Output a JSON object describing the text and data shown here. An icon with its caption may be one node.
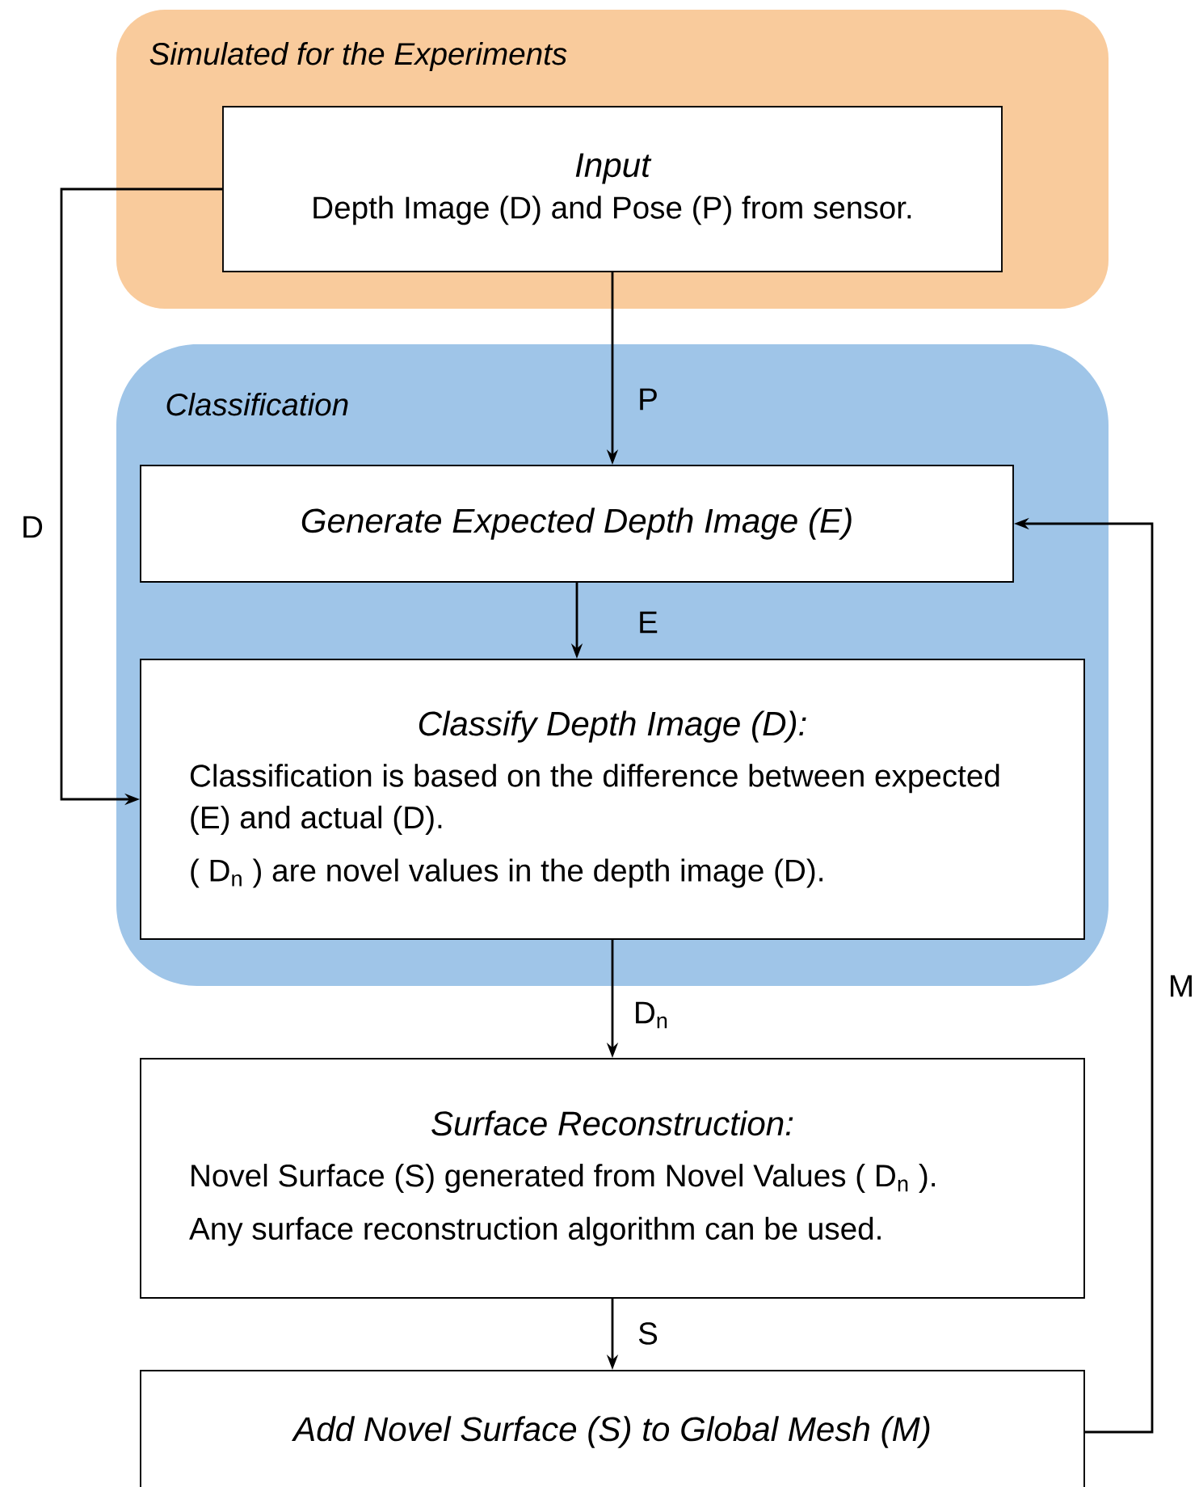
{
  "diagram": {
    "nodes": [
      {
        "text": [
          "Simulated for the Experiments"
        ]
      },
      {
        "text": [
          "Input",
          "Depth Image (D) and Pose (P) from sensor."
        ],
        "in": 0
      },
      {
        "text": [
          "Classification"
        ]
      },
      {
        "text": [
          "Generate Expected Depth Image (E)"
        ],
        "in": 2
      },
      {
        "text": [
          "Classify Depth Image (D):",
          "Classification is based on the difference between expected (E) and actual (D).",
          "( D$_{n}$ ) are novel values in the depth image (D)."
        ],
        "in": 2
      },
      {
        "text": [
          "Surface Reconstruction:",
          "Novel Surface (S) generated from Novel Values ( D$_{n}$ ).",
          "Any surface reconstruction algorithm can be used."
        ]
      },
      {
        "text": [
          "Add Novel Surface (S) to Global Mesh (M)"
        ]
      }
    ],
    "edges": [
      {
        "from": 1,
        "to": 3,
        "arrow": "to",
        "label": "P"
      },
      {
        "from": 1,
        "to": 4,
        "arrow": "to",
        "label": "D"
      },
      {
        "from": 3,
        "to": 4,
        "arrow": "to",
        "label": "E"
      },
      {
        "from": 4,
        "to": 5,
        "arrow": "to",
        "label": "D$_{n}$"
      },
      {
        "from": 5,
        "to": 6,
        "arrow": "to",
        "label": "S"
      },
      {
        "from": 6,
        "to": 3,
        "arrow": "to",
        "label": "M"
      }
    ]
  }
}
